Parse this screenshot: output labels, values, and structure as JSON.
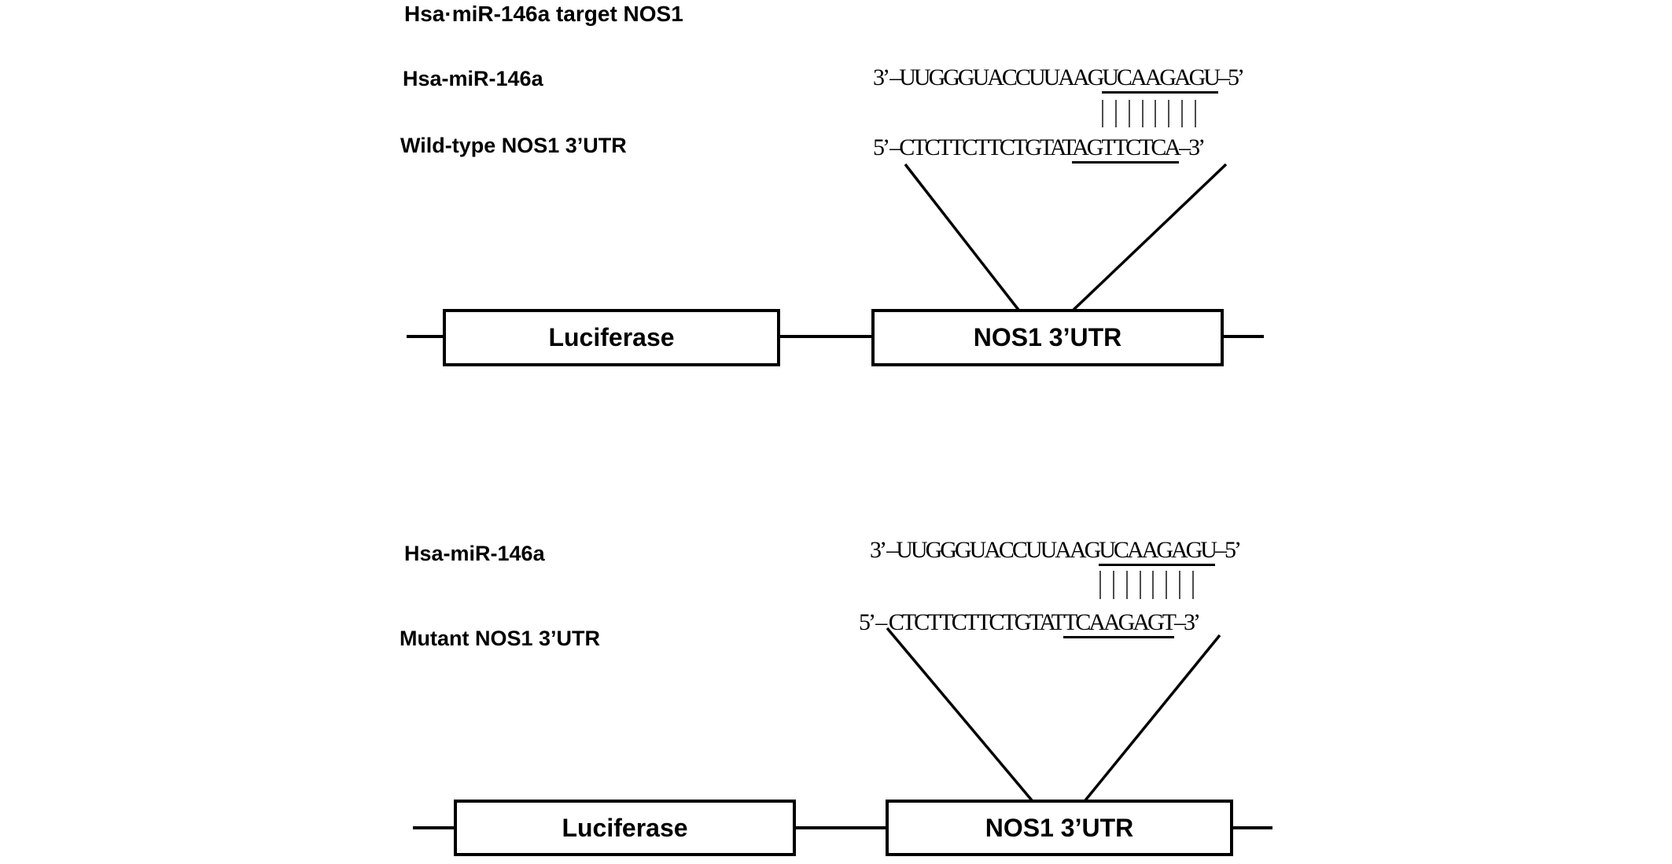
{
  "figure": {
    "title": "Hsa·miR-146a target NOS1"
  },
  "colors": {
    "ink": "#000000",
    "pairing_bars": "#4d4d4d",
    "background": "#ffffff"
  },
  "pairing_bar_count": 8,
  "panels": [
    {
      "name": "wild-type",
      "mirna": {
        "label": "Hsa-miR-146a",
        "seq_prefix": "3’ –UUGGGUACCUUAAG",
        "seq_seed": "UCAAGAGU",
        "seq_suffix": "–5’"
      },
      "utr": {
        "label": "Wild-type NOS1 3’UTR",
        "seq_prefix": "5’ –CTCTTCTTCTGTAT",
        "seq_site": "AGTTCTCA",
        "seq_suffix": "–3’"
      },
      "construct": {
        "left_box_label": "Luciferase",
        "right_box_label": "NOS1 3’UTR"
      }
    },
    {
      "name": "mutant",
      "mirna": {
        "label": "Hsa-miR-146a",
        "seq_prefix": "3’ –UUGGGUACCUUAAG",
        "seq_seed": "UCAAGAGU",
        "seq_suffix": "–5’"
      },
      "utr": {
        "label": "Mutant NOS1 3’UTR",
        "seq_prefix": "5’ – CTCTTCTTCTGTAT",
        "seq_site": "TCAAGAGT",
        "seq_suffix": "–3’"
      },
      "construct": {
        "left_box_label": "Luciferase",
        "right_box_label": "NOS1 3’UTR"
      }
    }
  ]
}
